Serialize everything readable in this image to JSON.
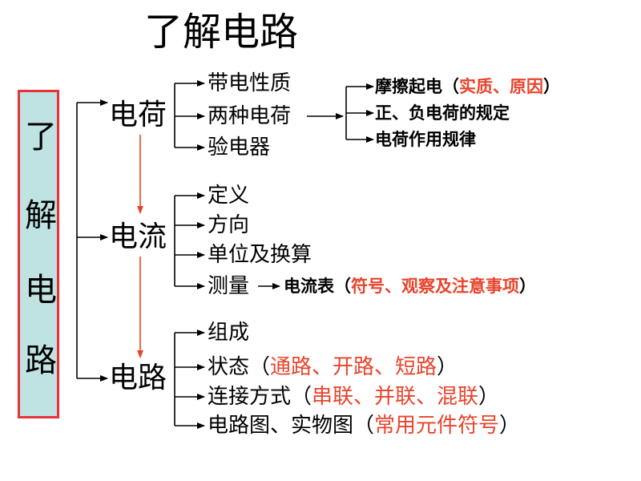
{
  "title": "了解电路",
  "side": [
    "了",
    "解",
    "电",
    "路"
  ],
  "main": [
    "电荷",
    "电流",
    "电路"
  ],
  "charge": {
    "items": [
      "带电性质",
      "两种电荷",
      "验电器"
    ],
    "sub": {
      "s1_a": "摩擦起电（",
      "s1_b": "实质、原因",
      "s1_c": "）",
      "s2": "正、负电荷的规定",
      "s3": "电荷作用规律"
    }
  },
  "current": {
    "items": [
      "定义",
      "方向",
      "单位及换算"
    ],
    "measure": "测量",
    "meter_a": "电流表（",
    "meter_b": "符号、观察及注意事项",
    "meter_c": "）"
  },
  "circuit": {
    "i1": "组成",
    "i2_a": "状态（",
    "i2_b": "通路、开路、短路",
    "i2_c": "）",
    "i3_a": "连接方式（",
    "i3_b": "串联、并联、混联",
    "i3_c": "）",
    "i4_a": "电路图、实物图（",
    "i4_b": "常用元件符号",
    "i4_c": "）"
  },
  "colors": {
    "accent": "#e8442c",
    "side_bg": "#bfe3e3",
    "side_border": "#e8323a"
  }
}
